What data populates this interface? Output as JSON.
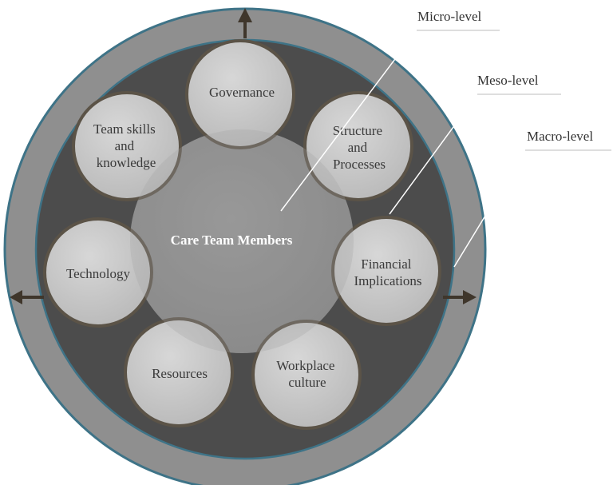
{
  "diagram": {
    "center": {
      "label": "Care Team Members"
    },
    "nodes": [
      {
        "id": "governance",
        "lines": [
          "Governance"
        ]
      },
      {
        "id": "structure",
        "lines": [
          "Structure",
          "and",
          "Processes"
        ]
      },
      {
        "id": "financial",
        "lines": [
          "Financial",
          "Implications"
        ]
      },
      {
        "id": "workplace",
        "lines": [
          "Workplace",
          "culture"
        ]
      },
      {
        "id": "resources",
        "lines": [
          "Resources"
        ]
      },
      {
        "id": "technology",
        "lines": [
          "Technology"
        ]
      },
      {
        "id": "team-skills",
        "lines": [
          "Team skills",
          "and",
          "knowledge"
        ]
      }
    ],
    "levels": {
      "micro": "Micro-level",
      "meso": "Meso-level",
      "macro": "Macro-level"
    },
    "colors": {
      "outer_ring": "#8f8f8f",
      "outer_border": "#3e7387",
      "dark_ring": "#4c4c4c",
      "inner_disc": "#8a8a8a",
      "node_fill": "#c6c6c6",
      "node_border": "#5b5347",
      "arrow": "#3f362b"
    }
  }
}
